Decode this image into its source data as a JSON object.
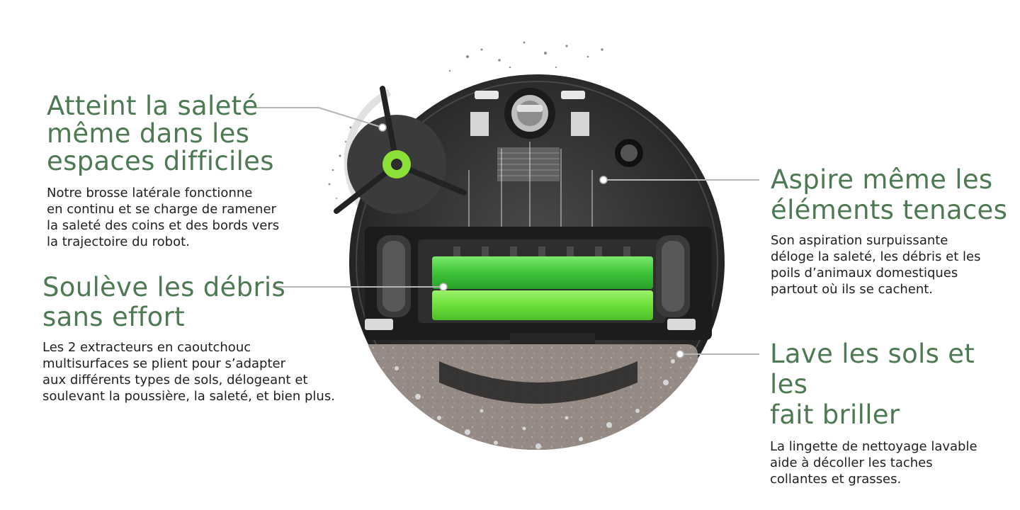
{
  "features": [
    {
      "heading_lines": [
        "Atteint la saleté",
        "même dans les",
        "espaces difficiles"
      ],
      "body_lines": [
        "Notre brosse latérale fonctionne",
        "en continu et se charge de ramener",
        "la saleté des coins et des bords vers",
        "la trajectoire du robot."
      ]
    },
    {
      "heading_lines": [
        "Soulève les débris",
        "sans effort"
      ],
      "body_lines": [
        "Les 2 extracteurs en caoutchouc",
        "multisurfaces se plient pour s’adapter",
        "aux différents types de sols, délogeant et",
        "soulevant la poussière, la saleté, et bien plus."
      ]
    },
    {
      "heading_lines": [
        "Aspire même les",
        "éléments tenaces"
      ],
      "body_lines": [
        "Son aspiration surpuissante",
        "déloge la saleté, les débris et les",
        "poils d’animaux domestiques",
        "partout où ils se cachent."
      ]
    },
    {
      "heading_lines": [
        "Lave les sols et les",
        "fait briller"
      ],
      "body_lines": [
        "La lingette de nettoyage lavable",
        "aide à décoller les taches",
        "collantes et grasses."
      ]
    }
  ],
  "colors": {
    "heading": "#4e7a53",
    "body": "#1f1f1f",
    "callout_line": "#b5b5b5",
    "robot_body": "#2b2b2b",
    "brush_green": "#5bd94a",
    "pad_gray": "#9c928b"
  }
}
